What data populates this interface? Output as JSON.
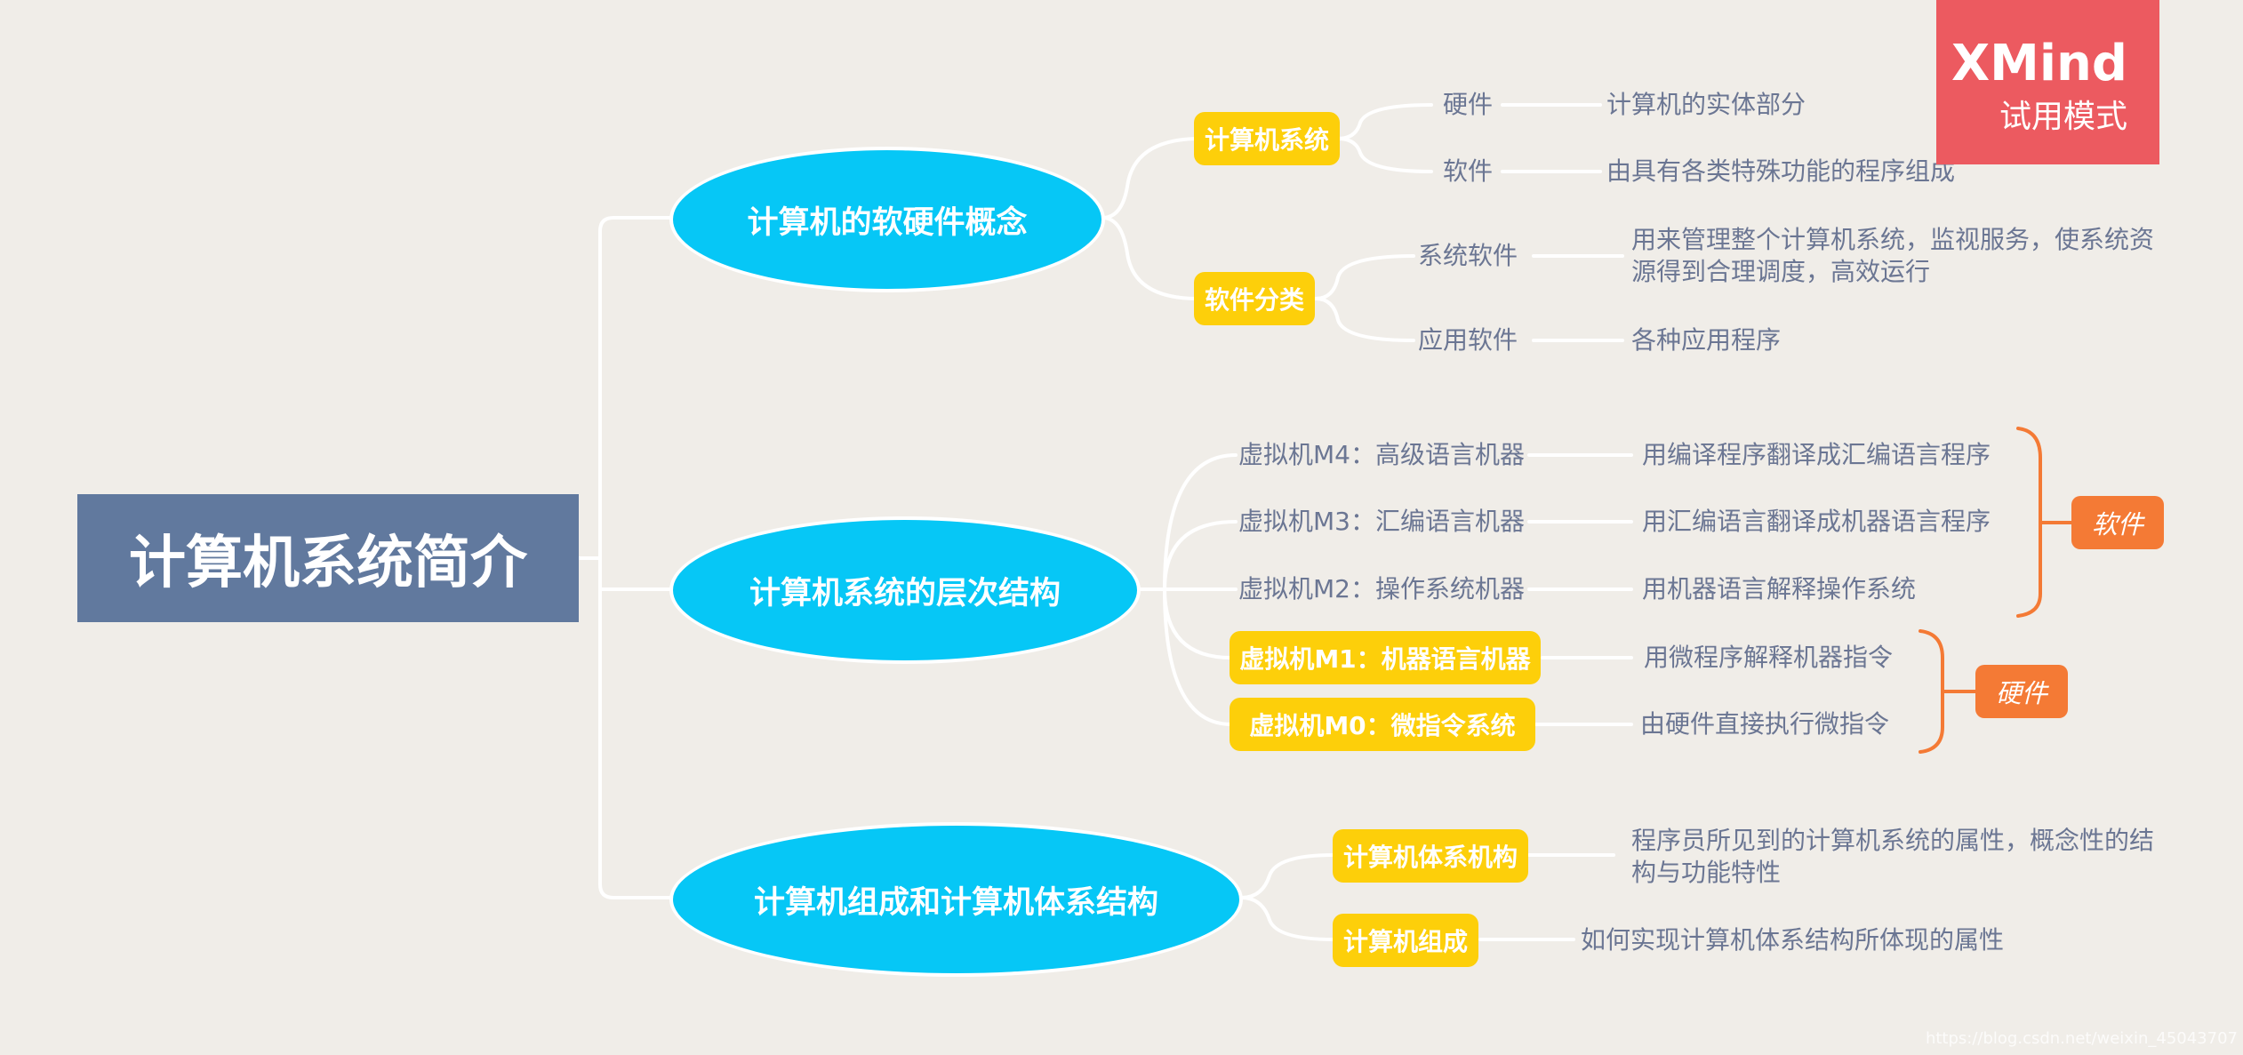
{
  "root": {
    "title": "计算机系统简介"
  },
  "branches": [
    {
      "label": "计算机的软硬件概念",
      "groups": [
        {
          "tag": "计算机系统",
          "items": [
            {
              "name": "硬件",
              "desc": "计算机的实体部分"
            },
            {
              "name": "软件",
              "desc": "由具有各类特殊功能的程序组成"
            }
          ]
        },
        {
          "tag": "软件分类",
          "items": [
            {
              "name": "系统软件",
              "desc": "用来管理整个计算机系统，监视服务，使系统资源得到合理调度，高效运行"
            },
            {
              "name": "应用软件",
              "desc": "各种应用程序"
            }
          ]
        }
      ]
    },
    {
      "label": "计算机系统的层次结构",
      "levels": [
        {
          "name": "虚拟机M4：高级语言机器",
          "desc": "用编译程序翻译成汇编语言程序",
          "highlight": false
        },
        {
          "name": "虚拟机M3：汇编语言机器",
          "desc": "用汇编语言翻译成机器语言程序",
          "highlight": false
        },
        {
          "name": "虚拟机M2：操作系统机器",
          "desc": "用机器语言解释操作系统",
          "highlight": false
        },
        {
          "name": "虚拟机M1：机器语言机器",
          "desc": "用微程序解释机器指令",
          "highlight": true
        },
        {
          "name": "虚拟机M0：微指令系统",
          "desc": "由硬件直接执行微指令",
          "highlight": true
        }
      ],
      "summaries": {
        "software": "软件",
        "hardware": "硬件"
      }
    },
    {
      "label": "计算机组成和计算机体系结构",
      "items": [
        {
          "tag": "计算机体系机构",
          "desc": "程序员所见到的计算机系统的属性，概念性的结构与功能特性"
        },
        {
          "tag": "计算机组成",
          "desc": "如何实现计算机体系结构所体现的属性"
        }
      ]
    }
  ],
  "badge": {
    "brand": "XMind",
    "mode": "试用模式"
  },
  "watermark": "https://blog.csdn.net/weixin_45043707",
  "colors": {
    "background": "#f0ede8",
    "root": "#61799e",
    "branch": "#06c7f6",
    "tag": "#fdcf0a",
    "text": "#6b7693",
    "summary": "#f47a35",
    "badge": "#ec5a60"
  }
}
